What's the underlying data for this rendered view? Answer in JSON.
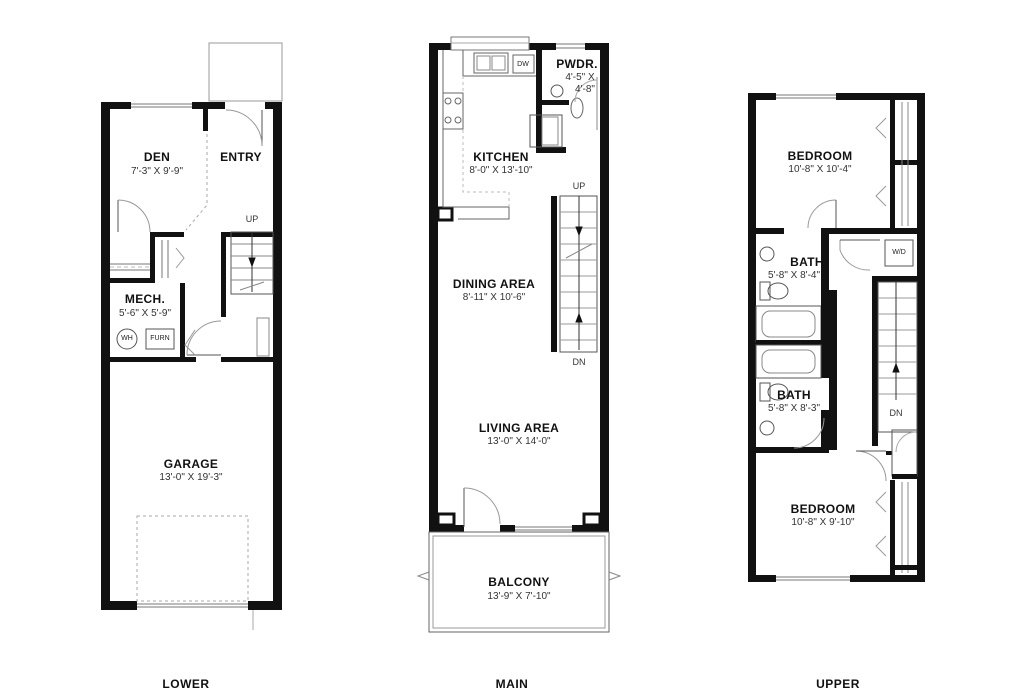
{
  "floors": {
    "lower": "LOWER",
    "main": "MAIN",
    "upper": "UPPER"
  },
  "rooms": {
    "den": {
      "name": "DEN",
      "dim": "7'-3\" X 9'-9\""
    },
    "entry": {
      "name": "ENTRY"
    },
    "mech": {
      "name": "MECH.",
      "dim": "5'-6\" X 5'-9\""
    },
    "garage": {
      "name": "GARAGE",
      "dim": "13'-0\" X 19'-3\""
    },
    "kitchen": {
      "name": "KITCHEN",
      "dim": "8'-0\" X 13'-10\""
    },
    "powder": {
      "name": "PWDR.",
      "dim_a": "4'-5\" X",
      "dim_b": "4'-8\""
    },
    "dining": {
      "name": "DINING AREA",
      "dim": "8'-11\" X 10'-6\""
    },
    "living": {
      "name": "LIVING AREA",
      "dim": "13'-0\" X 14'-0\""
    },
    "balcony": {
      "name": "BALCONY",
      "dim": "13'-9\" X 7'-10\""
    },
    "bedroom1": {
      "name": "BEDROOM",
      "dim": "10'-8\" X 10'-4\""
    },
    "bath1": {
      "name": "BATH",
      "dim": "5'-8\" X 8'-4\""
    },
    "bath2": {
      "name": "BATH",
      "dim": "5'-8\" X 8'-3\""
    },
    "bedroom2": {
      "name": "BEDROOM",
      "dim": "10'-8\" X 9'-10\""
    }
  },
  "stairs": {
    "lower_up": "UP",
    "main_up": "UP",
    "main_dn": "DN",
    "upper_dn": "DN"
  },
  "fixtures": {
    "water_heater": "WH",
    "furnace": "FURN",
    "dishwasher": "DW",
    "washer_dryer": "W/D"
  }
}
